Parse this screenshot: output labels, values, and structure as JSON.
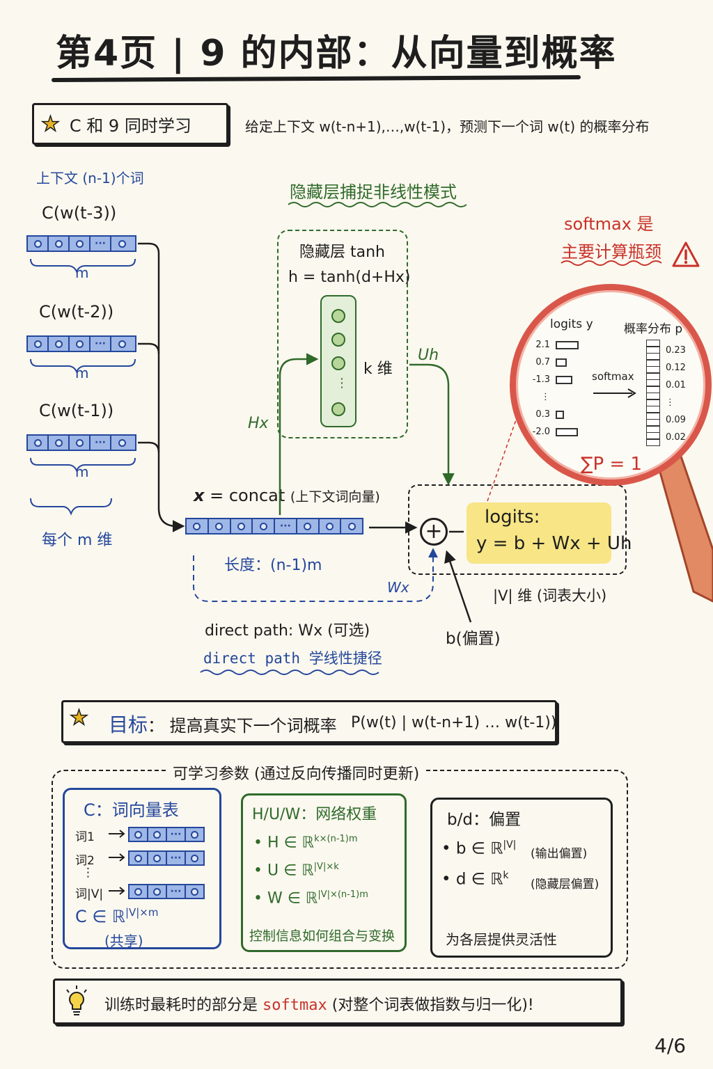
{
  "title": "第4页 | 9 的内部：从向量到概率",
  "header_chip": {
    "label": "C 和 9 同时学习"
  },
  "header_desc": "给定上下文 w(t-n+1),…,w(t-1)，预测下一个词 w(t) 的概率分布",
  "context": {
    "heading": "上下文 (n-1)个词",
    "vectors": [
      {
        "label": "C(w(t-3))",
        "dim": "m"
      },
      {
        "label": "C(w(t-2))",
        "dim": "m"
      },
      {
        "label": "C(w(t-1))",
        "dim": "m"
      }
    ],
    "each_note": "每个 m 维"
  },
  "hidden": {
    "caption": "隐藏层捕捉非线性模式",
    "title": "隐藏层 tanh",
    "formula": "h = tanh(d+Hx)",
    "dim": "k 维",
    "hx_label": "Hx",
    "uh_label": "Uh"
  },
  "concat": {
    "label_x": "x",
    "label_eq": "= concat",
    "label_note": "(上下文词向量)",
    "length": "长度：(n-1)m"
  },
  "logits": {
    "line1": "logits:",
    "line2": "y = b + Wx + Uh",
    "dim": "|V| 维 (词表大小)",
    "bias": "b(偏置)",
    "wx_label": "Wx",
    "plus": "+"
  },
  "direct_path": {
    "line1": "direct path: Wx (可选)",
    "line2": "direct path 学线性捷径"
  },
  "softmax_note": {
    "line1": "softmax 是",
    "line2": "主要计算瓶颈",
    "warn_icon": "warning-icon"
  },
  "magnifier": {
    "logits_title": "logits y",
    "prob_title": "概率分布 p",
    "arrow_label": "softmax",
    "logits_values": [
      "2.1",
      "0.7",
      "-1.3",
      "⋮",
      "0.3",
      "-2.0"
    ],
    "prob_values": [
      "0.23",
      "0.12",
      "0.01",
      "⋮",
      "0.09",
      "0.02"
    ],
    "sum": "∑P = 1"
  },
  "goal": {
    "label": "目标",
    "colon": "：",
    "text": "提高真实下一个词概率",
    "formula": "P(w(t) | w(t-n+1) … w(t-1))"
  },
  "params": {
    "title": "可学习参数 (通过反向传播同时更新)",
    "c_panel": {
      "title": "C：词向量表",
      "rows": [
        "词1",
        "词2",
        "⋮",
        "词|V|"
      ],
      "formula": "C ∈ ℝ^{|V|×m}",
      "formula_base": "C ∈ ℝ",
      "formula_sup": "|V|×m",
      "shared": "(共享)"
    },
    "w_panel": {
      "title": "H/U/W：网络权重",
      "items": [
        {
          "base": "H ∈ ℝ",
          "sup": "k×(n-1)m"
        },
        {
          "base": "U ∈ ℝ",
          "sup": "|V|×k"
        },
        {
          "base": "W ∈ ℝ",
          "sup": "|V|×(n-1)m"
        }
      ],
      "note": "控制信息如何组合与变换"
    },
    "b_panel": {
      "title": "b/d：偏置",
      "items": [
        {
          "base": "b ∈ ℝ",
          "sup": "|V|",
          "note": "(输出偏置)"
        },
        {
          "base": "d ∈ ℝ",
          "sup": "k",
          "note": "(隐藏层偏置)"
        }
      ],
      "note": "为各层提供灵活性"
    }
  },
  "tip": {
    "before": "训练时最耗时的部分是",
    "highlight": "softmax",
    "after": "(对整个词表做指数与归一化)!"
  },
  "page_number": "4/6",
  "colors": {
    "blue": "#24479c",
    "green": "#2f6a2a",
    "red": "#c8322a",
    "yellow": "#f6e27a",
    "bg": "#fbf8ef"
  }
}
